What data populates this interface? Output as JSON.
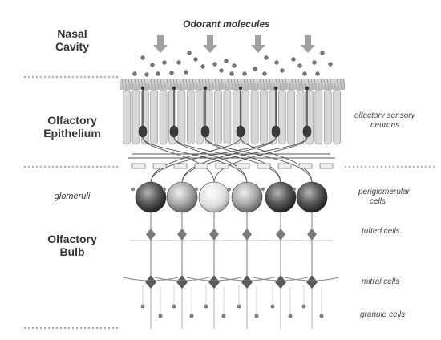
{
  "top_label": "Odorant molecules",
  "left_labels": {
    "nasal_cavity": [
      "Nasal",
      "Cavity"
    ],
    "olfactory_epithelium": [
      "Olfactory",
      "Epithelium"
    ],
    "glomeruli": "glomeruli",
    "olfactory_bulb": [
      "Olfactory",
      "Bulb"
    ]
  },
  "right_labels": {
    "olfactory_sensory_neurons": [
      "olfactory sensory",
      "neurons"
    ],
    "periglomerular_cells": [
      "periglomerular",
      "cells"
    ],
    "tufted_cells": "tufted cells",
    "mitral_cells": "mitral cells",
    "granule_cells": "granule cells"
  },
  "colors": {
    "arrow": "#a0a0a0",
    "mucus": "#c9c9c9",
    "neuron_body": "#d8d8d8",
    "neuron_dark": "#3a3a3a",
    "glomerulus_dark": "#4a4a4a",
    "glomerulus_light": "#e6e6e6",
    "axon": "#555555",
    "bulb_neuron": "#7a7a7a"
  },
  "icons": [
    "down-arrow-icon",
    "odorant-dot-icon"
  ]
}
